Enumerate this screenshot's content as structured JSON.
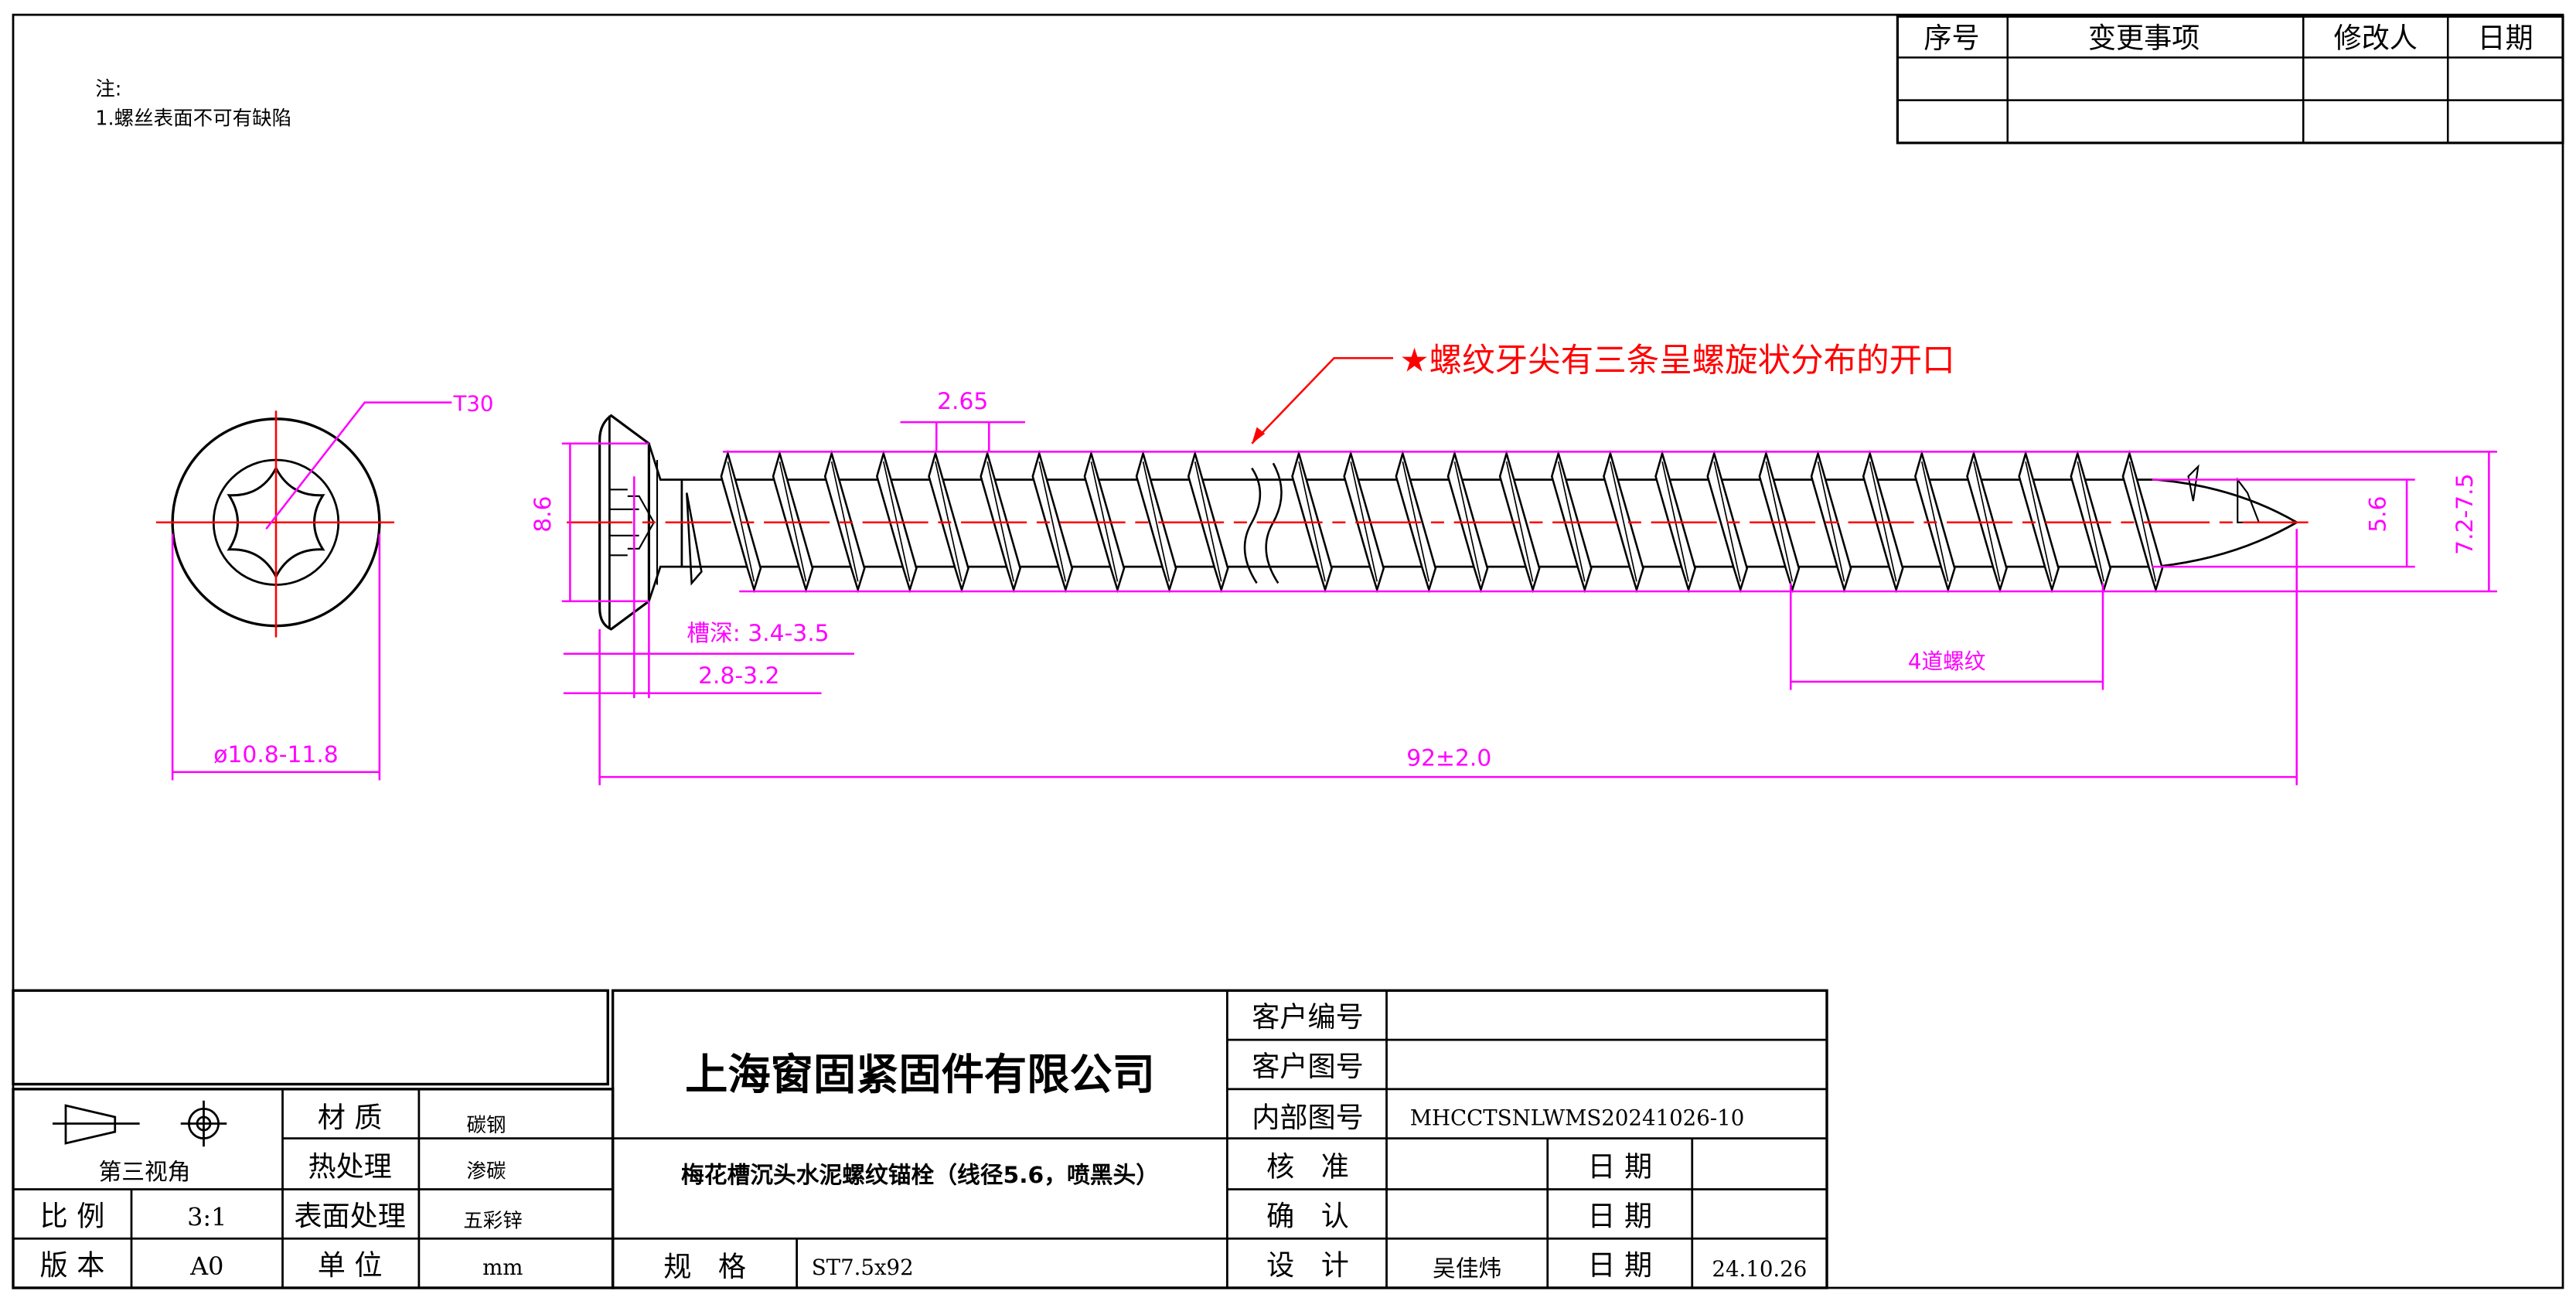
{
  "notes": {
    "title": "注:",
    "items": [
      "1.螺丝表面不可有缺陷"
    ]
  },
  "revision_table": {
    "headers": [
      "序号",
      "变更事项",
      "修改人",
      "日期"
    ],
    "rows": [
      [
        "",
        "",
        "",
        ""
      ],
      [
        "",
        "",
        "",
        ""
      ]
    ]
  },
  "annotation": {
    "text": "★螺纹牙尖有三条呈螺旋状分布的开口",
    "color": "#ff0000"
  },
  "dimensions": {
    "drive": "T30",
    "head_diameter": "ø10.8-11.8",
    "pitch": "2.65",
    "head_height": "8.6",
    "slot_depth": "槽深: 3.4-3.5",
    "head_thickness": "2.8-3.2",
    "core_diameter": "5.6",
    "thread_diameter": "7.2-7.5",
    "serrated_threads": "4道螺纹",
    "length": "92±2.0",
    "color": "#ff00ff"
  },
  "title_block": {
    "projection": "第三视角",
    "scale_label": "比 例",
    "scale_value": "3:1",
    "version_label": "版 本",
    "version_value": "A0",
    "material_label": "材 质",
    "material_value": "碳钢",
    "heat_label": "热处理",
    "heat_value": "渗碳",
    "surface_label": "表面处理",
    "surface_value": "五彩锌",
    "unit_label": "单 位",
    "unit_value": "mm",
    "company": "上海窗固紧固件有限公司",
    "product": "梅花槽沉头水泥螺纹锚栓（线径5.6，喷黑头）",
    "spec_label": "规   格",
    "spec_value": "ST7.5x92",
    "customer_no_label": "客户编号",
    "customer_no_value": "",
    "customer_drawing_label": "客户图号",
    "customer_drawing_value": "",
    "internal_drawing_label": "内部图号",
    "internal_drawing_value": "MHCCTSNLWMS20241026-10",
    "approve_label": "核   准",
    "approve_value": "",
    "confirm_label": "确   认",
    "confirm_value": "",
    "design_label": "设   计",
    "design_value": "吴佳炜",
    "date_label": "日 期",
    "approve_date": "",
    "confirm_date": "",
    "design_date": "24.10.26"
  }
}
